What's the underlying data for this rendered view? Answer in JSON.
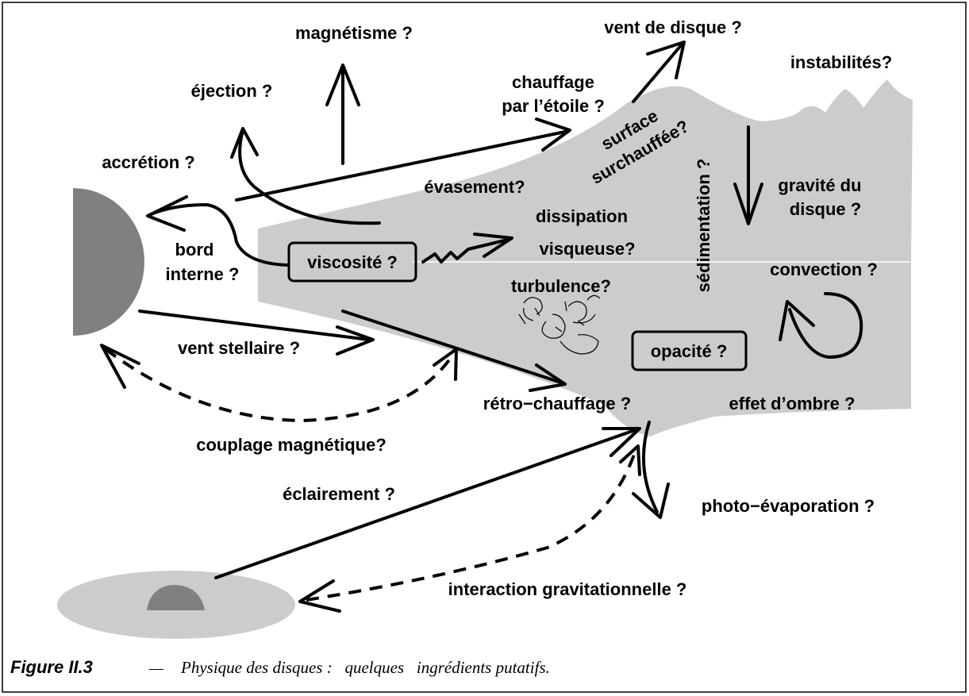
{
  "labels": {
    "magnetisme": "magnétisme ?",
    "vent_disque": "vent de disque ?",
    "instabilites": "instabilités?",
    "ejection": "éjection ?",
    "chauffage_1": "chauffage",
    "chauffage_2": "par l’étoile ?",
    "accretion": "accrétion ?",
    "surface_1": "surface",
    "surface_2": "surchauffée?",
    "evasement": "évasement?",
    "sedimentation": "sédimentation ?",
    "gravite_1": "gravité du",
    "gravite_2": "disque ?",
    "bord_1": "bord",
    "bord_2": "interne ?",
    "viscosite": "viscosité ?",
    "dissipation_1": "dissipation",
    "dissipation_2": "visqueuse?",
    "convection": "convection ?",
    "turbulence": "turbulence?",
    "vent_stellaire": "vent stellaire ?",
    "opacite": "opacité ?",
    "retro": "rétro−chauffage ?",
    "ombre": "effet d’ombre ?",
    "couplage": "couplage magnétique?",
    "eclairement": "éclairement ?",
    "photo": "photo−évaporation ?",
    "interaction": "interaction gravitationnelle ?"
  },
  "caption": {
    "label": "Figure II.3",
    "dash": "—",
    "text": "Physique des disques :   quelques   ingrédients putatifs."
  },
  "colors": {
    "disk": "#cccccc",
    "star": "#808080",
    "neighbor_disk": "#cccccc",
    "neighbor_star": "#808080",
    "ink": "#000000"
  }
}
